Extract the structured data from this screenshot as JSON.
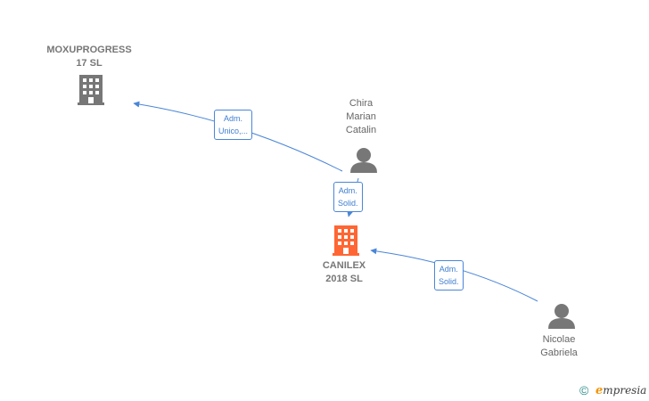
{
  "nodes": {
    "moxuprogress": {
      "line1": "MOXUPROGRESS",
      "line2": "17  SL",
      "icon": "building-icon",
      "color": "#777777"
    },
    "canilex": {
      "line1": "CANILEX",
      "line2": "2018  SL",
      "icon": "building-icon",
      "color": "#ff6633"
    },
    "chira": {
      "line1": "Chira",
      "line2": "Marian",
      "line3": "Catalin",
      "icon": "person-icon",
      "color": "#777777"
    },
    "nicolae": {
      "line1": "Nicolae",
      "line2": "Gabriela",
      "icon": "person-icon",
      "color": "#777777"
    }
  },
  "edges": {
    "chira_to_moxu": {
      "line1": "Adm.",
      "line2": "Unico,..."
    },
    "chira_to_canilex": {
      "line1": "Adm.",
      "line2": "Solid."
    },
    "nicolae_to_canilex": {
      "line1": "Adm.",
      "line2": "Solid."
    }
  },
  "footer": {
    "copyright": "©",
    "brand_initial": "e",
    "brand_rest": "mpresia"
  },
  "colors": {
    "edge": "#4a86d8",
    "focus": "#ff6633",
    "neutral": "#777777"
  }
}
